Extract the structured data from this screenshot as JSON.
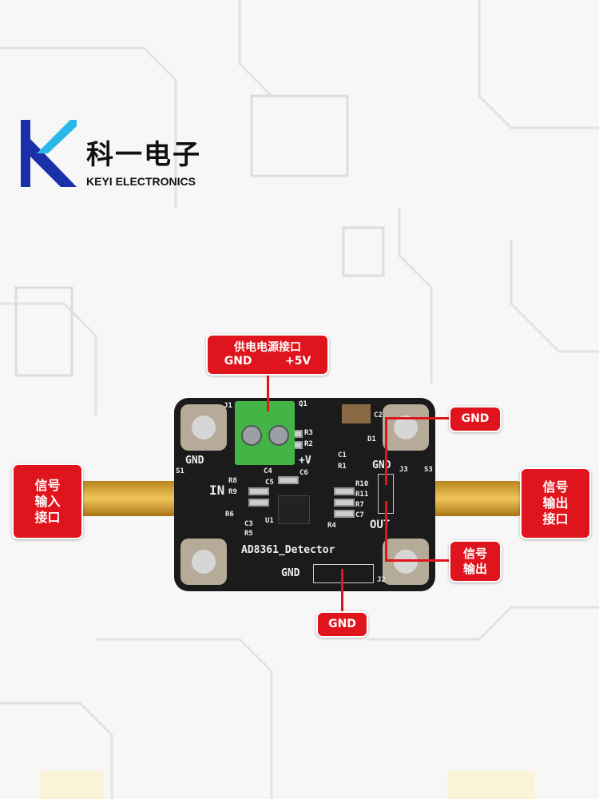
{
  "brand": {
    "name_cn": "科一电子",
    "name_en": "KEYI ELECTRONICS",
    "color": "#1b2fa8",
    "accent": "#29b6e8"
  },
  "callouts": {
    "power": {
      "title": "供电电源接口",
      "gnd": "GND",
      "vcc": "+5V"
    },
    "signal_in": [
      "信号",
      "输入",
      "接口"
    ],
    "signal_out_port": [
      "信号",
      "输出",
      "接口"
    ],
    "gnd_top_right": "GND",
    "signal_out": [
      "信号",
      "输出"
    ],
    "gnd_bottom": "GND"
  },
  "board": {
    "name": "AD8361_Detector",
    "labels": {
      "j1": "J1",
      "j2": "J2",
      "j3": "J3",
      "s1": "S1",
      "s3": "S3",
      "gnd_left": "GND",
      "plus_v": "+V",
      "in": "IN",
      "out": "OUT",
      "gnd_j3": "GND",
      "gnd_j2": "GND",
      "q1": "Q1",
      "u1": "U1",
      "d1": "D1"
    },
    "components": [
      "R8",
      "R9",
      "R6",
      "C3",
      "R5",
      "C4",
      "C5",
      "C6",
      "R3",
      "R2",
      "C1",
      "R1",
      "R10",
      "R11",
      "R7",
      "C7",
      "R4",
      "C2"
    ]
  },
  "colors": {
    "callout": "#e0141c",
    "pcb": "#1b1b1b",
    "terminal": "#43b546"
  }
}
